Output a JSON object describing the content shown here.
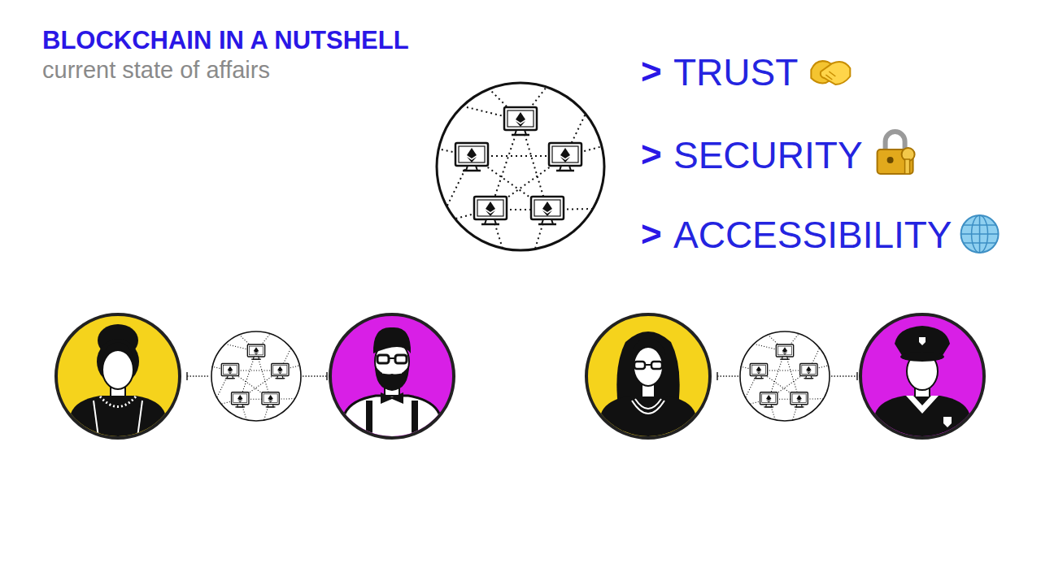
{
  "diagram": {
    "title": "BLOCKCHAIN IN A NUTSHELL",
    "labels": [
      "current state of affairs",
      ">",
      "TRUST",
      ">",
      "SECURITY",
      ">",
      "ACCESSIBILITY"
    ]
  }
}
